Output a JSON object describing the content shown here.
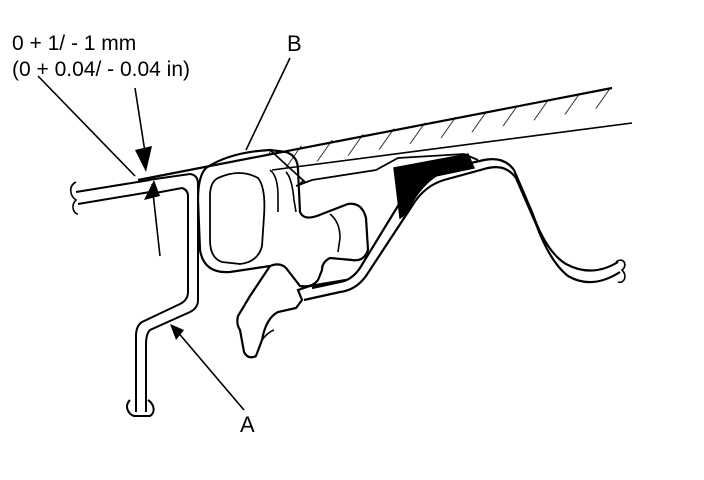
{
  "dimension": {
    "metric": "0 + 1/ - 1 mm",
    "imperial": "(0 + 0.04/ - 0.04 in)"
  },
  "callouts": {
    "a": "A",
    "b": "B"
  },
  "colors": {
    "ink": "#000000",
    "paper": "#ffffff"
  }
}
